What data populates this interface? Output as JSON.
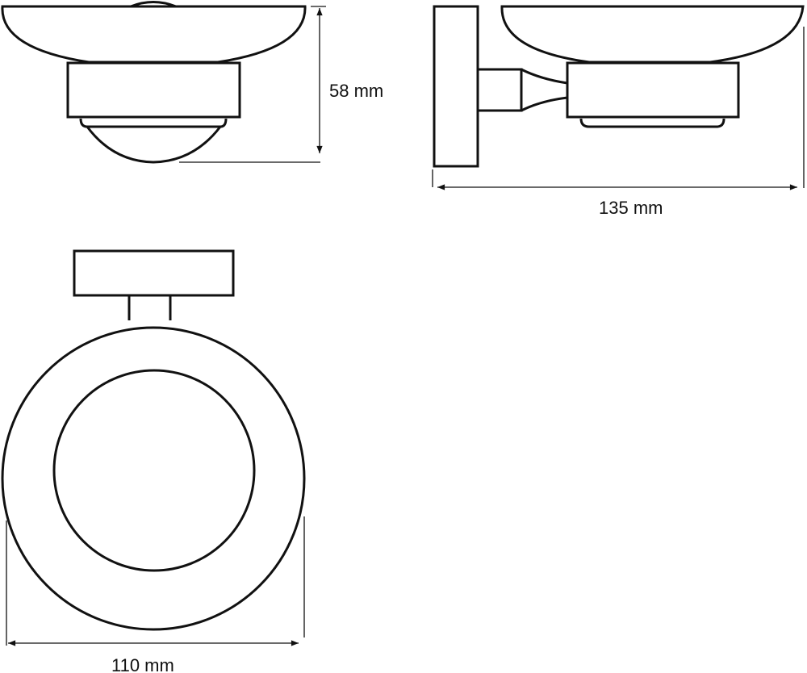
{
  "dimensions": {
    "height": "58 mm",
    "depth": "135 mm",
    "width": "110 mm"
  },
  "colors": {
    "line": "#111111",
    "background": "#ffffff"
  }
}
